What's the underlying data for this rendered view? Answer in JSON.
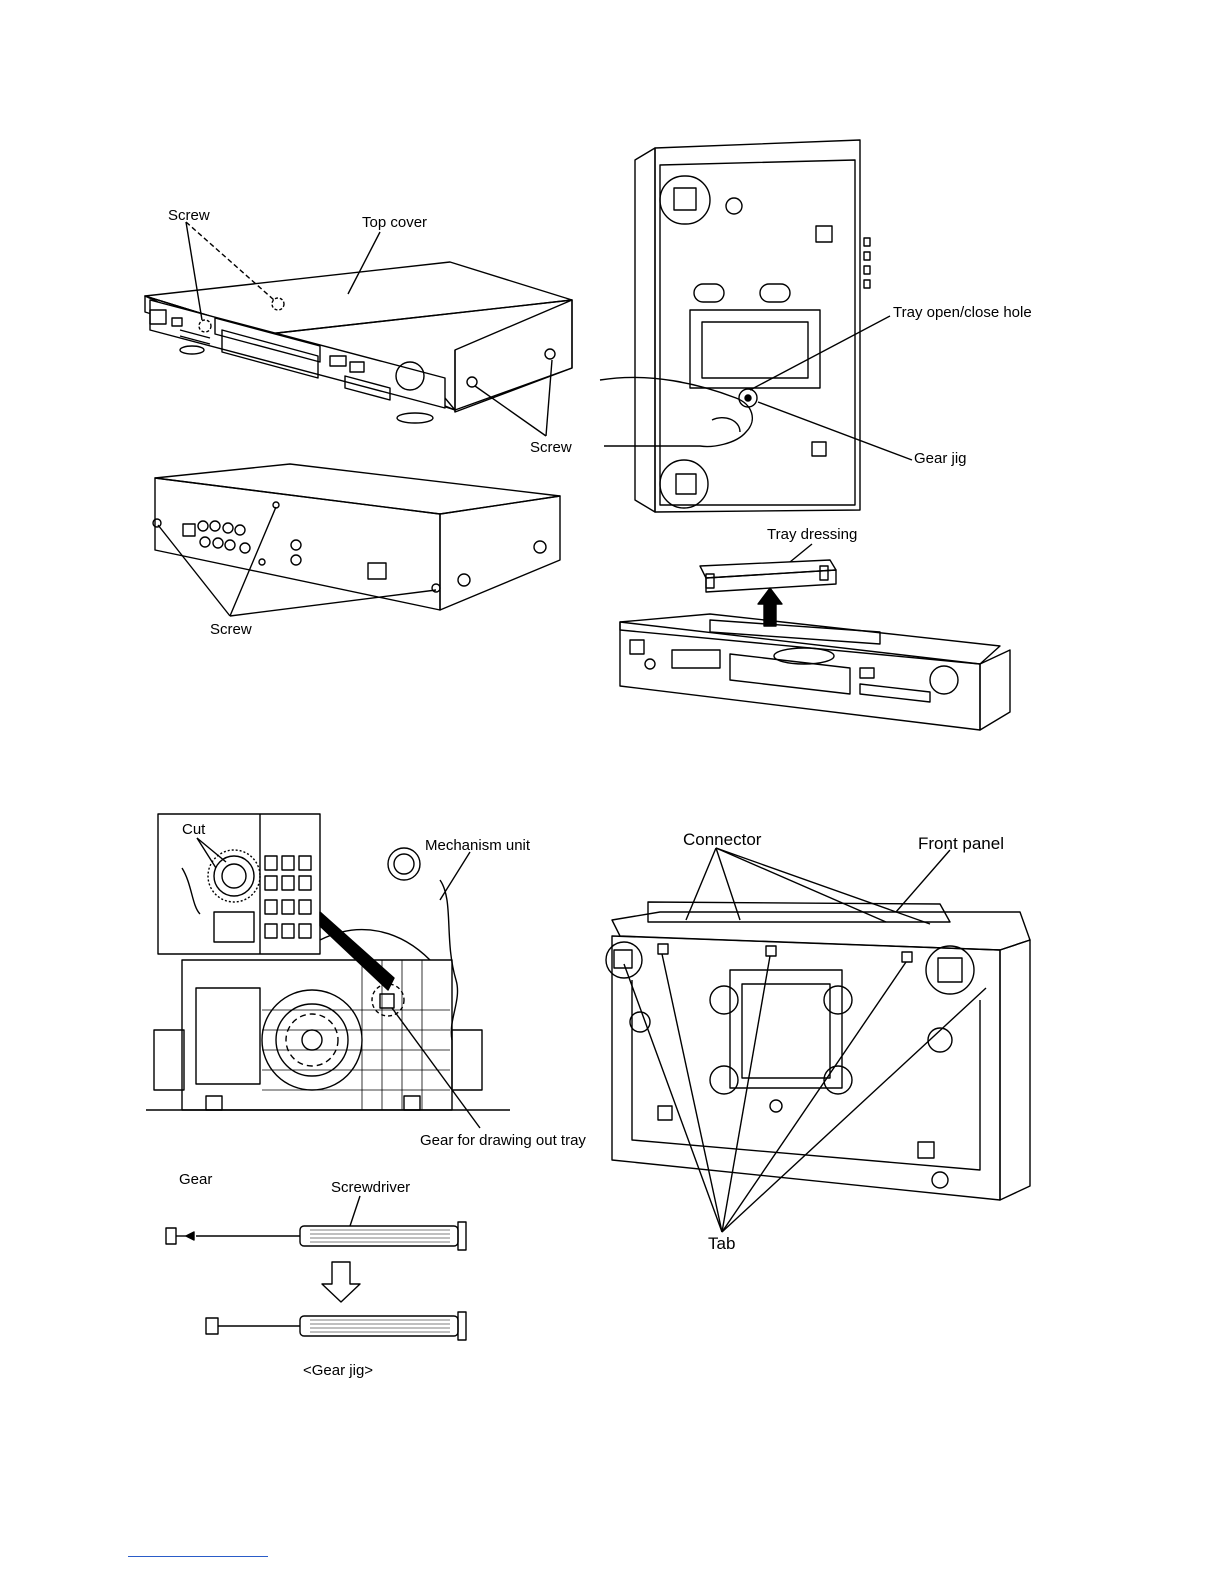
{
  "fig1": {
    "screw_top": "Screw",
    "top_cover": "Top cover",
    "screw_side": "Screw",
    "screw_rear": "Screw"
  },
  "fig2": {
    "tray_hole": "Tray open/close hole",
    "gear_jig": "Gear jig",
    "tray_dressing": "Tray dressing"
  },
  "fig3": {
    "cut": "Cut",
    "mechanism_unit": "Mechanism unit",
    "gear_drawing_out": "Gear for drawing out tray",
    "gear": "Gear",
    "screwdriver": "Screwdriver",
    "gear_jig_caption": "<Gear jig>"
  },
  "fig4": {
    "connector": "Connector",
    "front_panel": "Front panel",
    "tab": "Tab"
  }
}
